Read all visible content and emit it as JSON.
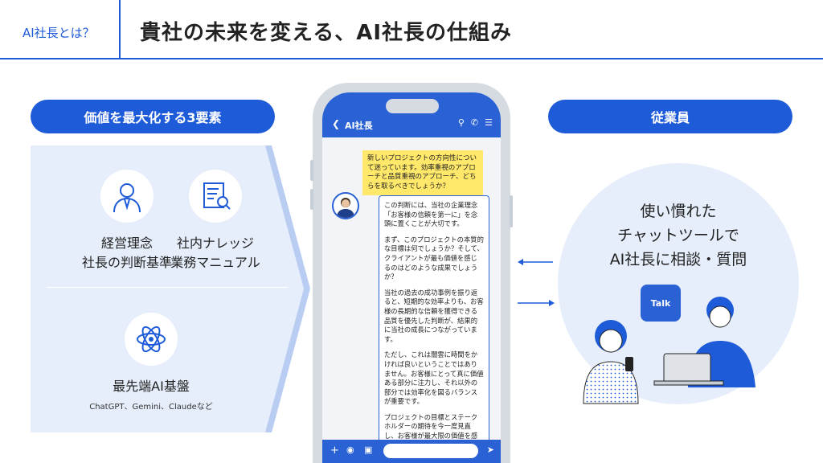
{
  "header": {
    "tag": "AI社長とは？",
    "title": "貴社の未来を変える、AI社長の仕組み"
  },
  "left": {
    "pill": "価値を最大化する3要素",
    "features": [
      {
        "icon": "businessman-icon",
        "label": "経営理念\n社長の判断基準"
      },
      {
        "icon": "document-search-icon",
        "label": "社内ナレッジ\n業務マニュアル"
      },
      {
        "icon": "atom-icon",
        "label": "最先端AI基盤",
        "sub": "ChatGPT、Gemini、Claudeなど"
      }
    ]
  },
  "phone": {
    "title": "AI社長",
    "user_message": "新しいプロジェクトの方向性について迷っています。効率重視のアプローチと品質重視のアプローチ、どちらを取るべきでしょうか？",
    "ai_paragraphs": [
      "この判断には、当社の企業理念「お客様の信頼を第一に」を念頭に置くことが大切です。",
      "まず、このプロジェクトの本質的な目標は何でしょうか？そして、クライアントが最も価値を感じるのはどのような成果でしょうか？",
      "当社の過去の成功事例を振り返ると、短期的な効率よりも、お客様の長期的な信頼を獲得できる品質を優先した判断が、結果的に当社の成長につながっています。",
      "ただし、これは闇雲に時間をかければ良いということではありません。お客様にとって真に価値ある部分に注力し、それ以外の部分では効率化を図るバランスが重要です。",
      "プロジェクトの目標とステークホルダーの期待を今一度見直し、お客様が最大限の価値を感じられる構成を考えてみてください。そして、その判断軸をチーム全体で共有することで、一貫性のある意"
    ]
  },
  "right": {
    "pill": "従業員",
    "text": "使い慣れた\nチャットツールで\nAI社長に相談・質問",
    "talk_label": "Talk"
  },
  "colors": {
    "accent": "#1e5bd8",
    "panel_light": "#e6eefb",
    "bubble_user": "#ffe86a"
  }
}
